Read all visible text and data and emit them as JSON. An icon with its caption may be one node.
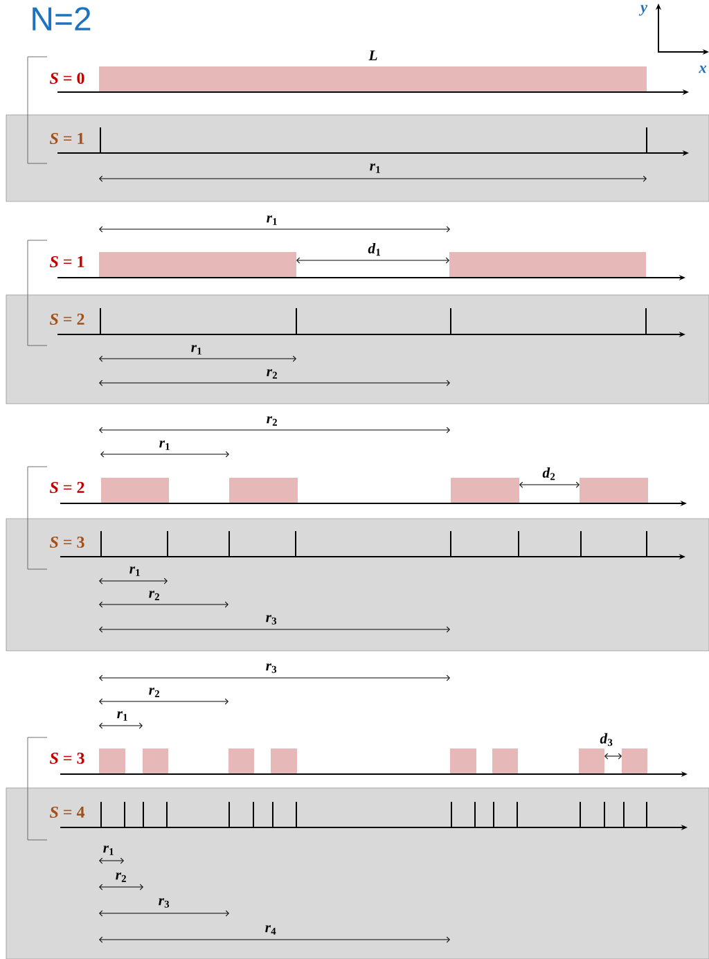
{
  "diagram": {
    "title": "N=2",
    "labels": [
      "*y*",
      "L",
      "*x*",
      "*S* = 0",
      "*S* = 1",
      "*r*$_{1}$",
      "*r*$_{1}$",
      "*d*$_{1}$",
      "*S* = 1",
      "*S* = 2",
      "*r*$_{1}$",
      "*r*$_{2}$",
      "*r*$_{2}$",
      "*r*$_{1}$",
      "*d*$_{2}$",
      "*S* = 2",
      "*S* = 3",
      "*r*$_{1}$",
      "*r*$_{2}$",
      "*r*$_{3}$",
      "*r*$_{3}$",
      "*r*$_{2}$",
      "*r*$_{1}$",
      "*d*$_{3}$",
      "*S* = 3",
      "*S* = 4",
      "*r*$_{1}$",
      "*r*$_{2}$",
      "*r*$_{3}$",
      "*r*$_{4}$"
    ]
  }
}
